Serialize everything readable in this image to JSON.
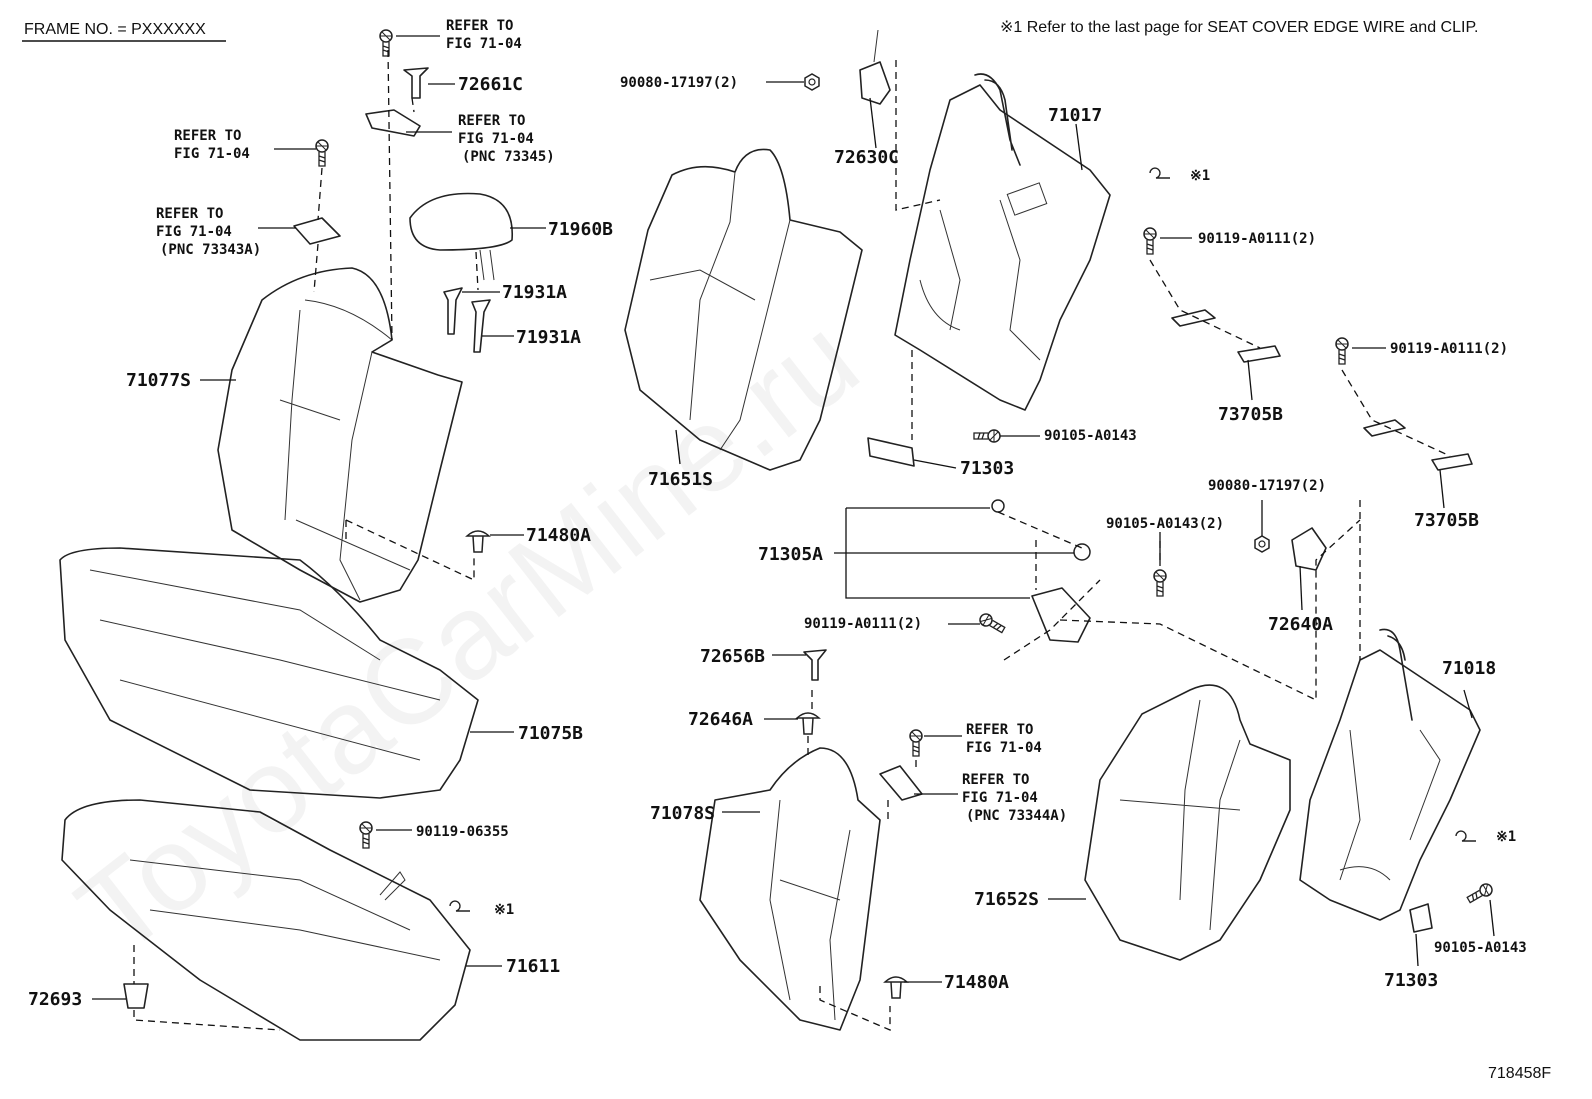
{
  "header": {
    "frame_no": "FRAME NO. = PXXXXXX",
    "note": "※1 Refer to the last page for SEAT COVER EDGE WIRE and CLIP."
  },
  "watermark": "ToyotaCarMine.ru",
  "drawing_no": "718458F",
  "refs": {
    "r1_a": "REFER TO",
    "r1_b": "FIG 71-04",
    "r2_a": "REFER TO",
    "r2_b": "FIG 71-04",
    "r2_c": "(PNC 73345)",
    "r3_a": "REFER TO",
    "r3_b": "FIG 71-04",
    "r4_a": "REFER TO",
    "r4_b": "FIG 71-04",
    "r4_c": "(PNC 73343A)",
    "r5_a": "REFER TO",
    "r5_b": "FIG 71-04",
    "r6_a": "REFER TO",
    "r6_b": "FIG 71-04",
    "r6_c": "(PNC 73344A)"
  },
  "parts": {
    "p72661C": "72661C",
    "p71960B": "71960B",
    "p71931A_1": "71931A",
    "p71931A_2": "71931A",
    "p71077S": "71077S",
    "p71480A_1": "71480A",
    "p71075B": "71075B",
    "p90119_06355": "90119-06355",
    "note_x1_seat": "※1",
    "p71611": "71611",
    "p72693": "72693",
    "p90080_1": "90080-17197(2)",
    "p72630C": "72630C",
    "p71651S": "71651S",
    "p71017": "71017",
    "note_x1_top": "※1",
    "p90119_A0111_1": "90119-A0111(2)",
    "p73705B_1": "73705B",
    "p90119_A0111_2": "90119-A0111(2)",
    "p73705B_2": "73705B",
    "p90105_1": "90105-A0143",
    "p71303_1": "71303",
    "p71305A": "71305A",
    "p90105_2": "90105-A0143(2)",
    "p90080_2": "90080-17197(2)",
    "p90119_A0111_3": "90119-A0111(2)",
    "p72640A": "72640A",
    "p72656B": "72656B",
    "p72646A": "72646A",
    "p71078S": "71078S",
    "p71480A_2": "71480A",
    "p71018": "71018",
    "note_x1_right": "※1",
    "p71652S": "71652S",
    "p90105_3": "90105-A0143",
    "p71303_2": "71303"
  }
}
